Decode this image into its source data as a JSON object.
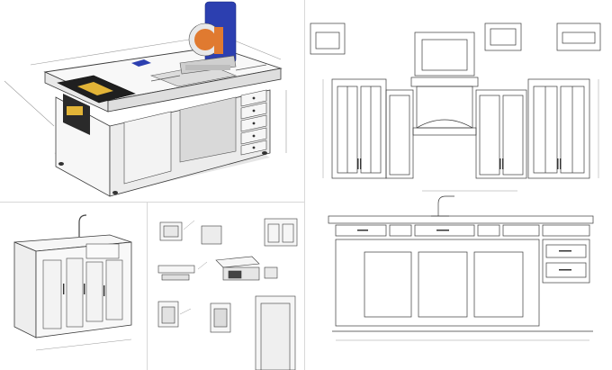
{
  "sheet": {
    "panels": [
      {
        "id": "workbench-3d",
        "kind": "isometric-model"
      },
      {
        "id": "kitchen-cabinet-elevations",
        "kind": "orthographic-elevation"
      },
      {
        "id": "sink-island-3d",
        "kind": "isometric-model"
      },
      {
        "id": "cabinet-detail-views",
        "kind": "exploded-details"
      }
    ]
  },
  "colors": {
    "line": "#3a3a3a",
    "light_line": "#8a8a8a",
    "saw_blue": "#2c3fb0",
    "saw_blade": "#e07a30",
    "router_plate": "#1f1f1f",
    "router_yellow": "#e2b437",
    "surface": "#f4f4f4",
    "shadow": "#cfcfcf"
  },
  "icons": {
    "miter_saw": "miter-saw-icon",
    "router_table": "router-table-icon",
    "faucet": "faucet-icon",
    "range_hood": "range-hood-icon"
  }
}
